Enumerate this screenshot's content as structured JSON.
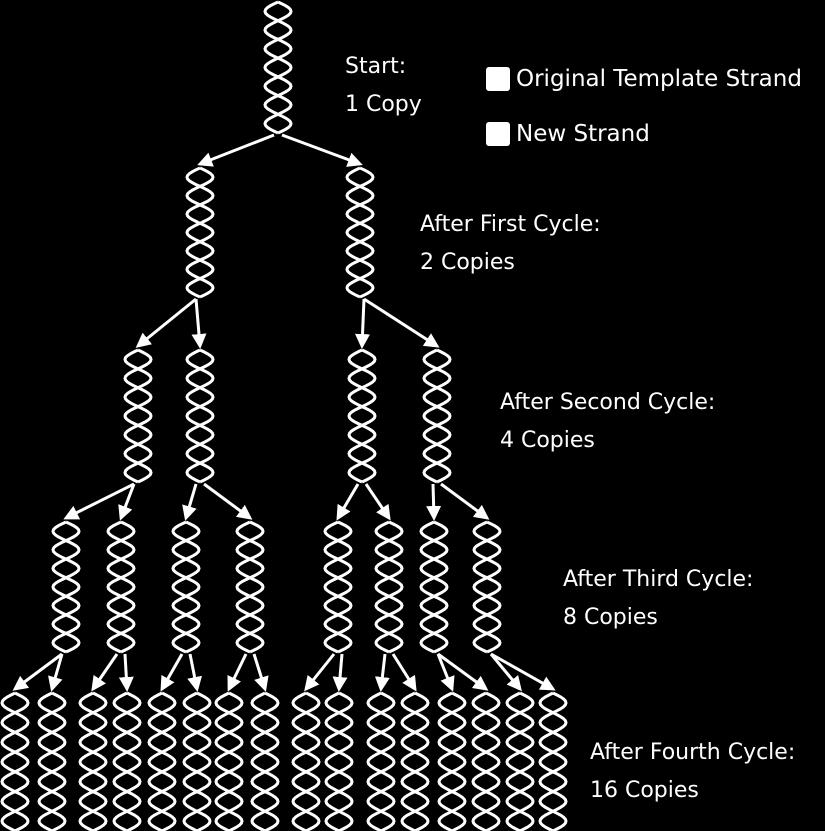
{
  "legend": [
    {
      "label": "Original Template Strand",
      "color": "#ffffff"
    },
    {
      "label": "New Strand",
      "color": "#ffffff"
    }
  ],
  "stages": [
    {
      "title": "Start:",
      "count": "1 Copy",
      "copies": 1
    },
    {
      "title": "After First Cycle:",
      "count": "2 Copies",
      "copies": 2
    },
    {
      "title": "After Second Cycle:",
      "count": "4 Copies",
      "copies": 4
    },
    {
      "title": "After Third Cycle:",
      "count": "8 Copies",
      "copies": 8
    },
    {
      "title": "After Fourth Cycle:",
      "count": "16 Copies",
      "copies": 16
    }
  ],
  "colors": {
    "background": "#000000",
    "strand": "#ffffff",
    "arrow": "#ffffff"
  }
}
